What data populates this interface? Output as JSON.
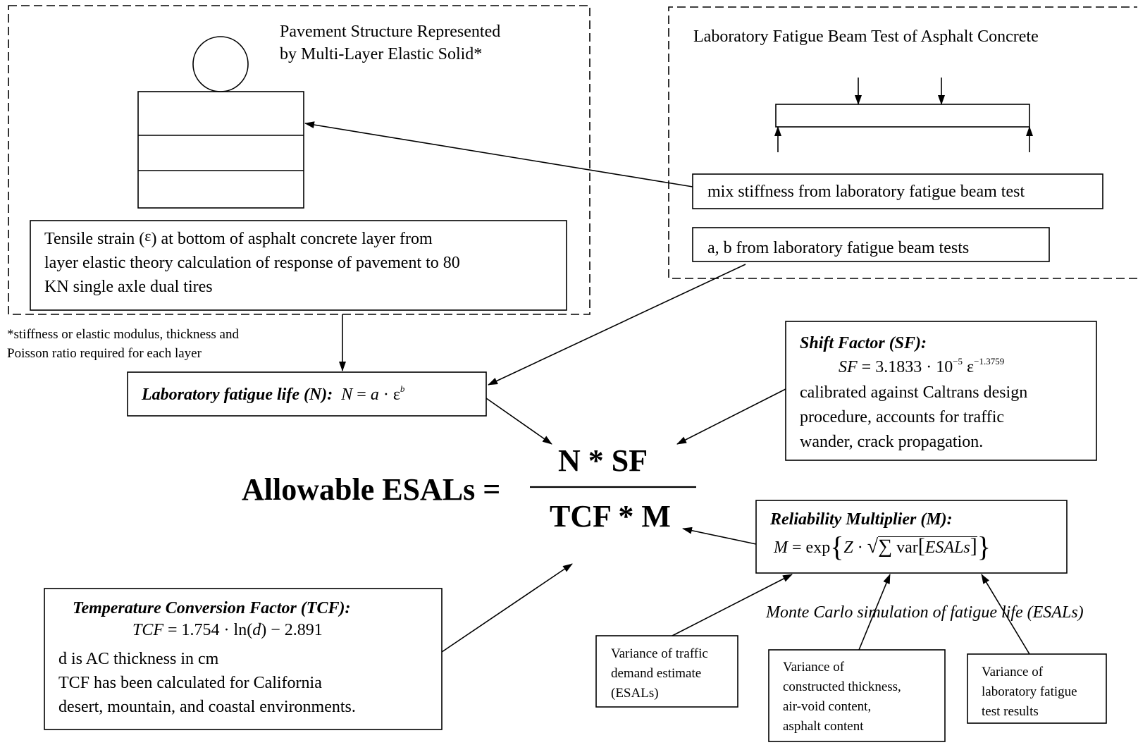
{
  "pavement_panel": {
    "title_line1": "Pavement Structure Represented",
    "title_line2": "by Multi-Layer Elastic Solid*",
    "strain_line1_pre": "Tensile strain (",
    "epsilon": "ε",
    "strain_line1_post": ") at bottom of asphalt concrete layer from",
    "strain_line2": "layer elastic theory calculation of response of pavement to 80",
    "strain_line3": "KN single axle dual tires"
  },
  "footnote": {
    "line1": "*stiffness or elastic modulus, thickness and",
    "line2": "Poisson ratio required for each layer"
  },
  "lab_panel": {
    "title": "Laboratory Fatigue Beam Test of Asphalt Concrete",
    "stiffness_box": "mix stiffness from laboratory fatigue beam test",
    "ab_box": "a, b from laboratory fatigue beam tests"
  },
  "fatigue_life": {
    "label": "Laboratory fatigue life (N):",
    "formula_lhs": "N",
    "formula_eq": " = ",
    "formula_a": "a",
    "formula_dot": " · ε",
    "formula_exp": "b"
  },
  "shift_factor": {
    "label": "Shift Factor (SF):",
    "formula_lhs": "SF",
    "formula_rhs": " = 3.1833 · 10",
    "exp1": "−5",
    "eps": " ε",
    "exp2": "−1.3759",
    "desc1": "calibrated against Caltrans design",
    "desc2": "procedure, accounts for traffic",
    "desc3": "wander, crack propagation."
  },
  "equation": {
    "lhs": "Allowable ESALs =",
    "numerator": "N * SF",
    "denominator": "TCF * M"
  },
  "reliability": {
    "label": "Reliability Multiplier (M):",
    "formula_lhs": "M",
    "formula_eq": " = exp",
    "z": "Z",
    "dot": " · ",
    "sum": "∑",
    "var": " var",
    "esals": "ESALs"
  },
  "monte_carlo": "Monte Carlo simulation of fatigue life (ESALs)",
  "tcf": {
    "label": "Temperature Conversion Factor (TCF):",
    "formula_lhs": "TCF",
    "formula_rhs": " = 1.754 · ln(",
    "d": "d",
    "formula_end": ") − 2.891",
    "desc1": "d is AC thickness in cm",
    "desc2": "TCF has been calculated for California",
    "desc3": "desert, mountain, and coastal environments."
  },
  "variance_traffic": {
    "line1": "Variance of traffic",
    "line2": "demand estimate",
    "line3": "(ESALs)"
  },
  "variance_construction": {
    "line1": "Variance of",
    "line2": "constructed thickness,",
    "line3": "air-void content,",
    "line4": "asphalt content"
  },
  "variance_lab": {
    "line1": "Variance of",
    "line2": "laboratory fatigue",
    "line3": "test results"
  }
}
